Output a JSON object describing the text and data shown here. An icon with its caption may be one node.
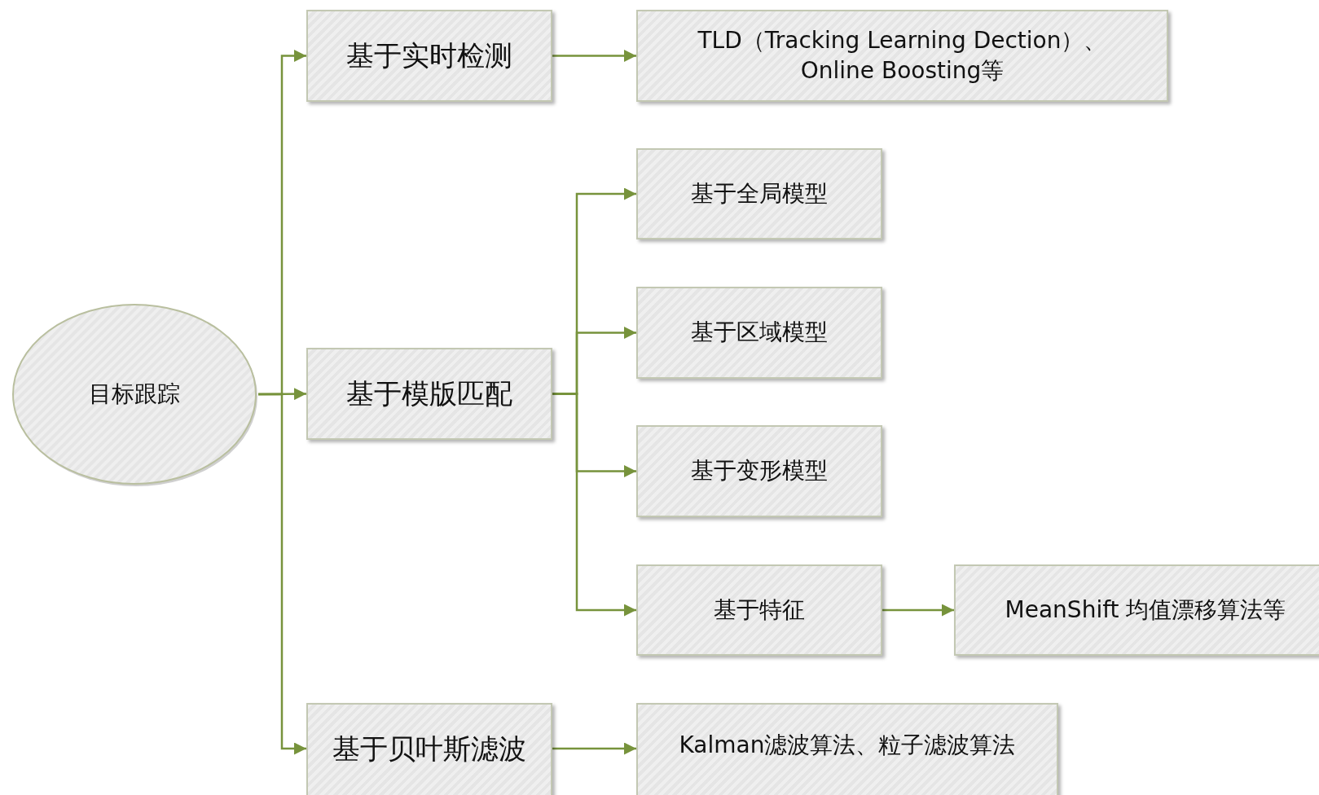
{
  "diagram": {
    "nodes": [
      {
        "text": [
          "目标跟踪"
        ]
      },
      {
        "text": [
          "基于实时检测"
        ]
      },
      {
        "text": [
          "TLD（Tracking Learning Dection）、 Online Boosting等"
        ]
      },
      {
        "text": [
          "基于模版匹配"
        ]
      },
      {
        "text": [
          "基于全局模型"
        ]
      },
      {
        "text": [
          "基于区域模型"
        ]
      },
      {
        "text": [
          "基于变形模型"
        ]
      },
      {
        "text": [
          "基于特征"
        ]
      },
      {
        "text": [
          "MeanShift 均值漂移算法等"
        ]
      },
      {
        "text": [
          "基于贝叶斯滤波"
        ]
      },
      {
        "text": [
          "Kalman滤波算法、粒子滤波算法"
        ]
      }
    ],
    "edges": [
      {
        "from": 0,
        "to": 1,
        "arrow": "to"
      },
      {
        "from": 0,
        "to": 3,
        "arrow": "to"
      },
      {
        "from": 0,
        "to": 9,
        "arrow": "to"
      },
      {
        "from": 1,
        "to": 2,
        "arrow": "to"
      },
      {
        "from": 3,
        "to": 4,
        "arrow": "to"
      },
      {
        "from": 3,
        "to": 5,
        "arrow": "to"
      },
      {
        "from": 3,
        "to": 6,
        "arrow": "to"
      },
      {
        "from": 3,
        "to": 7,
        "arrow": "to"
      },
      {
        "from": 7,
        "to": 8,
        "arrow": "to"
      },
      {
        "from": 9,
        "to": 10,
        "arrow": "to"
      }
    ]
  }
}
